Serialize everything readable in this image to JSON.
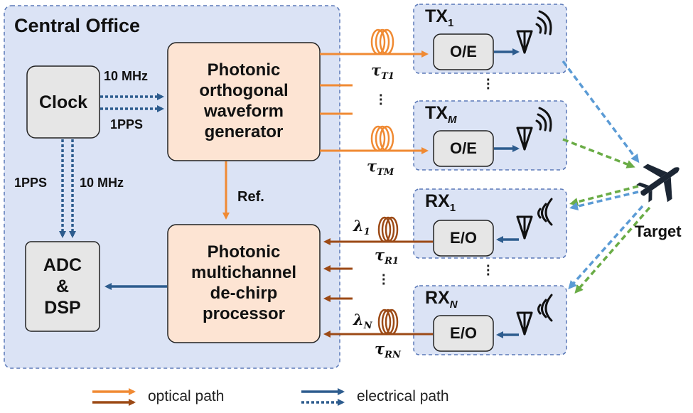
{
  "colors": {
    "panel_fill": "#dbe3f5",
    "panel_border": "#5b79b8",
    "orange_box": "#fde4d3",
    "optical": "#f08a33",
    "optical_dark": "#9c4a16",
    "electrical": "#2d5c8e",
    "blue_dash": "#5b9bd5",
    "green_dash": "#6aac46"
  },
  "central_office": {
    "title": "Central Office"
  },
  "clock": {
    "label": "Clock"
  },
  "adc": {
    "line1": "ADC",
    "line2": "&",
    "line3": "DSP"
  },
  "generator": {
    "line1": "Photonic",
    "line2": "orthogonal",
    "line3": "waveform",
    "line4": "generator"
  },
  "processor": {
    "line1": "Photonic",
    "line2": "multichannel",
    "line3": "de-chirp",
    "line4": "processor"
  },
  "signals": {
    "clock_10mhz_right": "10 MHz",
    "clock_1pps_right": "1PPS",
    "clock_1pps_down": "1PPS",
    "clock_10mhz_down": "10 MHz",
    "ref": "Ref."
  },
  "delays": {
    "tau": "τ",
    "t1_sub": "T1",
    "tm_sub": "TM",
    "r1_sub": "R1",
    "rn_sub": "RN"
  },
  "wavelengths": {
    "lambda": "λ",
    "sub1": "1",
    "subN": "N"
  },
  "tx1": {
    "title": "TX",
    "sub": "1",
    "converter": "O/E"
  },
  "txm": {
    "title": "TX",
    "sub": "M",
    "converter": "O/E"
  },
  "rx1": {
    "title": "RX",
    "sub": "1",
    "converter": "E/O"
  },
  "rxn": {
    "title": "RX",
    "sub": "N",
    "converter": "E/O"
  },
  "target": {
    "label": "Target"
  },
  "legend": {
    "optical": "optical path",
    "electrical": "electrical path"
  }
}
